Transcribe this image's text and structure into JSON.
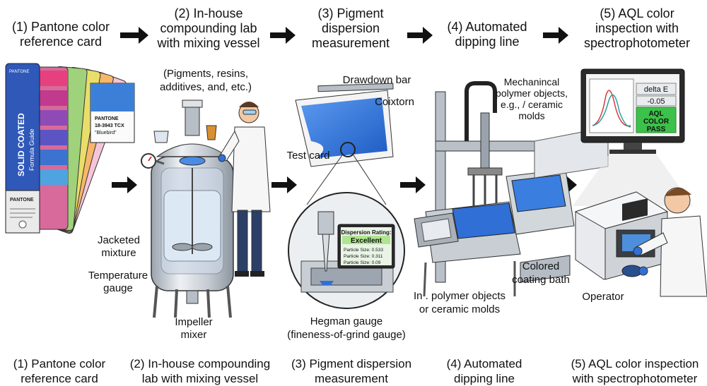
{
  "steps": [
    {
      "title": "(1) Pantone color reference card",
      "title_lines": [
        "(1) Pantone color",
        "reference card"
      ]
    },
    {
      "title": "(2) In-house compounding lab with mixing vessel",
      "title_lines": [
        "(2) In-house",
        "compounding lab",
        "with mixing vessel"
      ]
    },
    {
      "title": "(3) Pigment dispersion measurement",
      "title_lines": [
        "(3) Pigment",
        "dispersion",
        "measurement"
      ]
    },
    {
      "title": "(4) Automated dipping line",
      "title_lines": [
        "(4) Automated",
        "dipping line"
      ]
    },
    {
      "title": "(5) AQL color inspection with spectrophotometer",
      "title_lines": [
        "(5) AQL color",
        "inspection with",
        "spectrophotometer"
      ]
    }
  ],
  "captions": [
    [
      "(1) Pantone color",
      "reference card"
    ],
    [
      "(2) In-house compounding",
      "lab with mixing vessel"
    ],
    [
      "(3) Pigment dispersion",
      "measurement"
    ],
    [
      "(4) Automated",
      "dipping line"
    ],
    [
      "(5) AQL color inspection",
      "with spectrophotometer"
    ]
  ],
  "pantone": {
    "fan_brand": "PANTONE",
    "fan_guide": "SOLID COATED",
    "fan_subtitle": "Formula Guide",
    "swatch_brand": "PANTONE",
    "swatch_code": "18-3943 TCX",
    "swatch_name": "\"Bluebird\""
  },
  "mixing": {
    "inputs_label_lines": [
      "(Pigments, resins,",
      "additives, and, etc.)"
    ],
    "jacketed_lines": [
      "Jacketed",
      "mixture"
    ],
    "temperature_lines": [
      "Temperature",
      "gauge"
    ],
    "impeller_lines": [
      "Impeller",
      "mixer"
    ]
  },
  "dispersion": {
    "drawdown_bar": "Drawdown bar",
    "coixtorn": "Coixtorn",
    "test_card": "Test card",
    "panel_title": "Dispersion Rating:",
    "panel_rating": "Excellent",
    "particle_lines": [
      "Particle Size: 0.533",
      "Particle Size: 0.311",
      "Particle Size: 0.09"
    ],
    "hegman_lines": [
      "Hegman gauge",
      "(fineness-of-grind gauge)"
    ]
  },
  "dipping": {
    "mech_lines": [
      "Mechanincal",
      "polymer objects,",
      "e.g., / ceramic",
      "molds"
    ],
    "bath_lines": [
      "Colored",
      "coating bath"
    ],
    "input_lines": [
      "In . polymer objects",
      "or ceramic molds"
    ]
  },
  "aql": {
    "metric_label": "delta E",
    "metric_value": "-0.05",
    "status_lines": [
      "AQL",
      "COLOR",
      "PASS"
    ],
    "operator": "Operator"
  },
  "colors": {
    "accent_blue": "#2f6fd6",
    "pass_green": "#3cc14a",
    "metal": "#c9ced4",
    "arrow": "#111111"
  }
}
